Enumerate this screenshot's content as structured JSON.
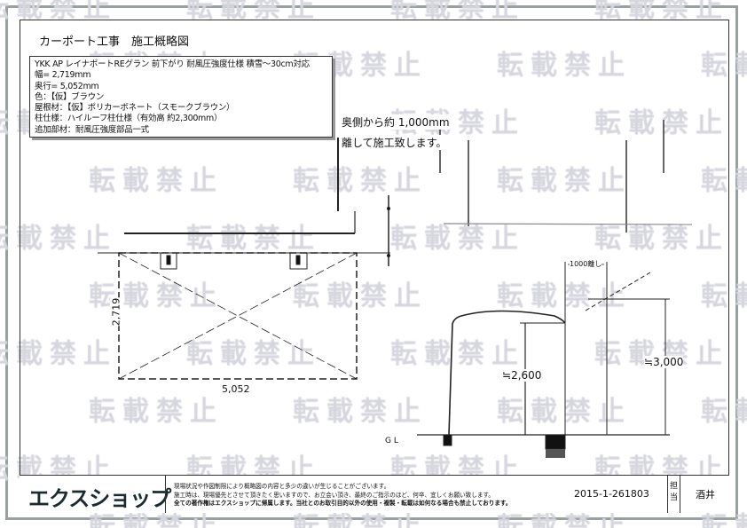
{
  "watermark_text": "転載禁止",
  "title": "カーポート工事　施工概略図",
  "spec": {
    "lines": [
      "YKK AP レイナポートREグラン 前下がり 耐風圧強度仕様 積雪～30cm対応",
      "幅= 2,719mm",
      "奥行= 5,052mm",
      "色：【仮】ブラウン",
      "屋根材：【仮】ポリカーボネート（スモークブラウン）",
      "柱仕様：ハイルーフ柱仕様（有効高 約2,300mm）",
      "追加部材：耐風圧強度部品一式"
    ]
  },
  "plan": {
    "width_label": "2,719",
    "depth_label": "5,052"
  },
  "note": {
    "line1": "奥側から約 1,000mm",
    "line2": "離して施工致します。"
  },
  "elevation": {
    "clearance_label": "1000離し",
    "height_label": "≒2,600",
    "total_height_label": "≒3,000",
    "ground_label": "G L"
  },
  "title_block": {
    "logo": "エクスショップ",
    "disclaimer": [
      "現場状況や作図制限により概略図の内容と多少の違いが生じることがございます。",
      "施工時は、現場優先とさせて頂きたく思いますので、お立会い頂き、最終のご指示のほど、何卒、宜しくお願い致します。",
      "全ての著作権はエクスショップに帰属します。当社とのお取引目的以外の使用・複製・転載は如何なる場合も禁止しております。"
    ],
    "code": "2015-1-261803",
    "tanto_label": "担当",
    "staff": "酒井"
  }
}
